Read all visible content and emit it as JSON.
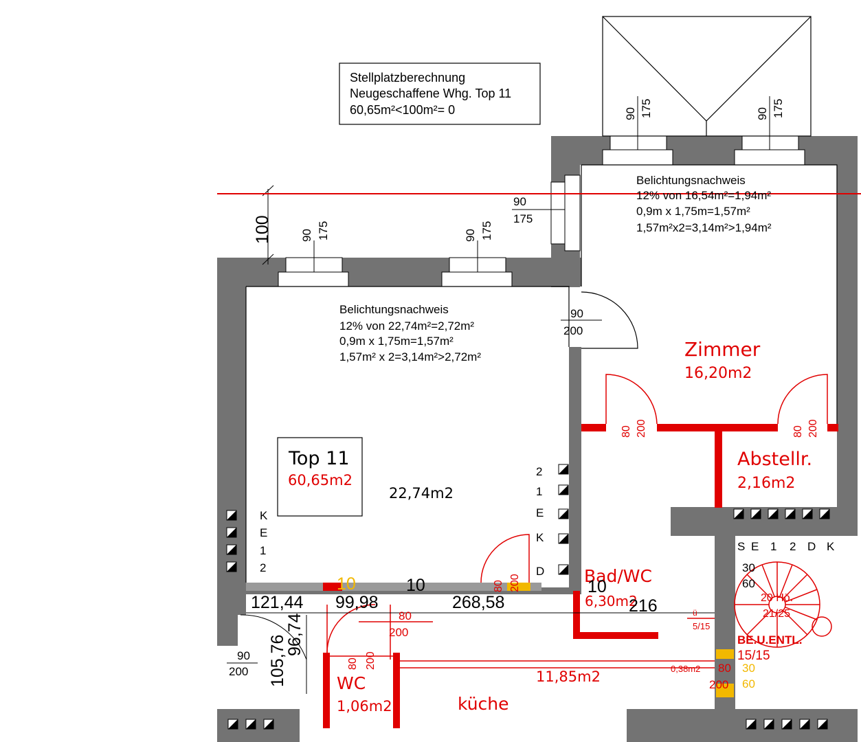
{
  "info_box": {
    "line1": "Stellplatzberechnung",
    "line2": "Neugeschaffene Whg. Top 11",
    "line3": "60,65m²<100m²= 0"
  },
  "room_left": {
    "title": "Belichtungsnachweis",
    "line1": "12% von 22,74m²=2,72m²",
    "line2": "0,9m x 1,75m=1,57m²",
    "line3": "1,57m² x 2=3,14m²>2,72m²",
    "area": "22,74m2"
  },
  "room_right": {
    "title": "Belichtungsnachweis",
    "line1": "12% von 16,54m²=1,94m²",
    "line2": "0,9m x 1,75m=1,57m²",
    "line3": "1,57m²x2=3,14m²>1,94m²"
  },
  "top11": {
    "name": "Top 11",
    "area": "60,65m2"
  },
  "zimmer": {
    "name": "Zimmer",
    "area": "16,20m2"
  },
  "abstell": {
    "name": "Abstellr.",
    "area": "2,16m2"
  },
  "bad": {
    "name": "Bad/WC",
    "area": "6,30m2"
  },
  "wc": {
    "name": "WC",
    "area": "1,06m2"
  },
  "kueche": {
    "name": "küche",
    "area": "11,85m2"
  },
  "stair": {
    "height_label": "20 Hö.",
    "steps": "21/25",
    "flue": "BE.U.ENTL.",
    "flue_size": "15/15"
  },
  "dims": {
    "d100": "100",
    "w90": "90",
    "w175": "175",
    "d90": "90",
    "d200": "200",
    "d80": "80",
    "d30": "30",
    "d60": "60",
    "d10": "10",
    "d121": "121,44",
    "d99": "99,98",
    "d268": "268,58",
    "d216": "216",
    "d105": "105,76",
    "d96": "96,74",
    "d515": "5/15",
    "dü": "ü",
    "d030": "0,38m2"
  },
  "labels_ke12d": [
    "2",
    "1",
    "E",
    "K",
    "D"
  ],
  "labels_ke12": [
    "K",
    "E",
    "1",
    "2"
  ],
  "labels_se12dk": [
    "S",
    "E",
    "1",
    "2",
    "D",
    "K"
  ]
}
